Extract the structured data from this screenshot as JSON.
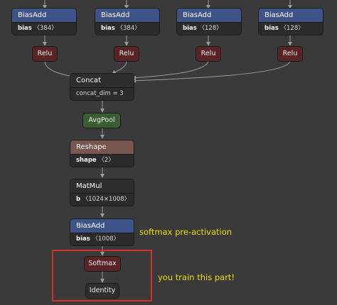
{
  "nodes": {
    "biasadd_1": {
      "title": "BiasAdd",
      "attr_name": "bias",
      "attr_value": "〈384〉"
    },
    "biasadd_2": {
      "title": "BiasAdd",
      "attr_name": "bias",
      "attr_value": "〈384〉"
    },
    "biasadd_3": {
      "title": "BiasAdd",
      "attr_name": "bias",
      "attr_value": "〈128〉"
    },
    "biasadd_4": {
      "title": "BiasAdd",
      "attr_name": "bias",
      "attr_value": "〈128〉"
    },
    "relu_1": {
      "title": "Relu"
    },
    "relu_2": {
      "title": "Relu"
    },
    "relu_3": {
      "title": "Relu"
    },
    "relu_4": {
      "title": "Relu"
    },
    "concat": {
      "title": "Concat",
      "attr_text": "concat_dim = 3"
    },
    "avgpool": {
      "title": "AvgPool"
    },
    "reshape": {
      "title": "Reshape",
      "attr_name": "shape",
      "attr_value": "〈2〉"
    },
    "matmul": {
      "title": "MatMul",
      "attr_name": "b",
      "attr_value": "〈1024×1008〉"
    },
    "biasadd_final": {
      "title": "BiasAdd",
      "attr_name": "bias",
      "attr_value": "〈1008〉"
    },
    "softmax": {
      "title": "Softmax"
    },
    "identity": {
      "title": "Identity"
    }
  },
  "annotations": {
    "preactivation": "softmax pre-activation",
    "train_part": "you train this part!"
  },
  "colors": {
    "background": "#3a3a3a",
    "biasadd_header": "#3e5387",
    "relu": "#5a2426",
    "avgpool": "#3a5d32",
    "reshape_header": "#7a5650",
    "annotation_text": "#e8e000",
    "highlight_border": "#d62c2c",
    "edge": "#9a9a9a"
  }
}
